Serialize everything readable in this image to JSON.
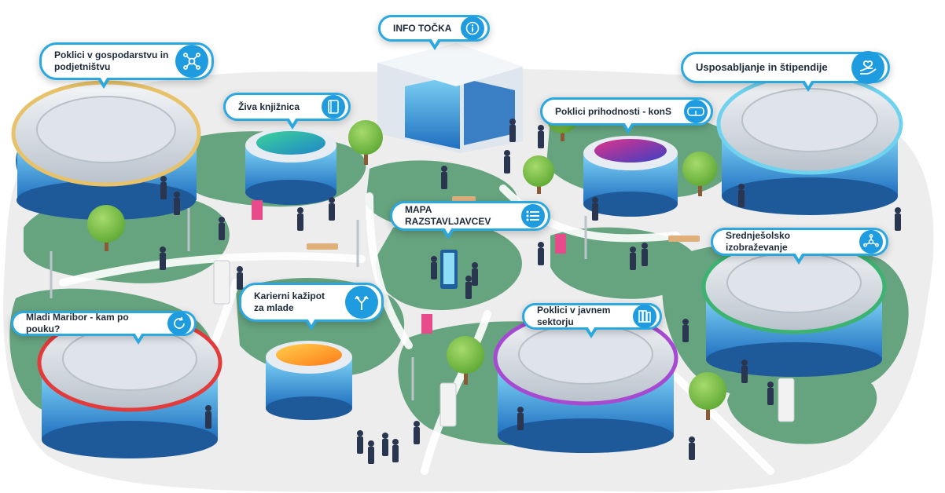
{
  "map": {
    "locations": [
      {
        "id": "info",
        "label": "INFO TOČKA",
        "icon": "info-icon"
      },
      {
        "id": "gospodarstvo",
        "label": "Poklici v gospodarstvu in podjetništvu",
        "icon": "network-nodes-icon"
      },
      {
        "id": "knjiznica",
        "label": "Živa knjižnica",
        "icon": "book-icon"
      },
      {
        "id": "prihodnost",
        "label": "Poklici prihodnosti - konS",
        "icon": "vr-goggles-icon"
      },
      {
        "id": "stipendije",
        "label": "Usposabljanje in štipendije",
        "icon": "helping-hand-icon"
      },
      {
        "id": "mapa",
        "label": "MAPA RAZSTAVLJAVCEV",
        "icon": "list-icon"
      },
      {
        "id": "srednjesolsko",
        "label": "Srednješolsko izobraževanje",
        "icon": "network-nodes-icon"
      },
      {
        "id": "kazipot",
        "label": "Karierni kažipot za mlade",
        "icon": "split-arrows-icon"
      },
      {
        "id": "mladi",
        "label": "Mladi Maribor - kam po pouku?",
        "icon": "refresh-icon"
      },
      {
        "id": "javni",
        "label": "Poklici v javnem sektorju",
        "icon": "books-icon"
      }
    ]
  },
  "colors": {
    "accent": "#1f9ce0",
    "callout_border": "#2ba8e0",
    "lawn": "#5fa07a",
    "ground": "#eeeeee",
    "path": "#ffffff",
    "tree": "#7cc24a",
    "stadium_gold": "#e7c26a",
    "stadium_red": "#e23b3b",
    "stadium_purple": "#a64bd1",
    "stadium_green": "#3cb371",
    "stadium_cyan": "#6fd3ef"
  }
}
